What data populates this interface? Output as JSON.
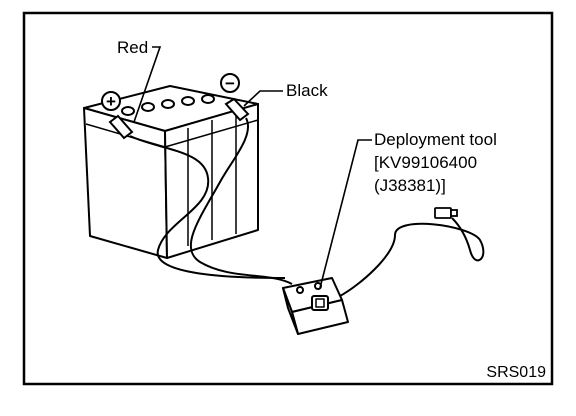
{
  "diagram": {
    "labels": {
      "red": "Red",
      "black": "Black",
      "tool_line1": "Deployment tool",
      "tool_line2": "[KV99106400",
      "tool_line3": "(J38381)]"
    },
    "terminals": {
      "positive": "+",
      "negative": "−"
    },
    "figure_code": "SRS019"
  }
}
